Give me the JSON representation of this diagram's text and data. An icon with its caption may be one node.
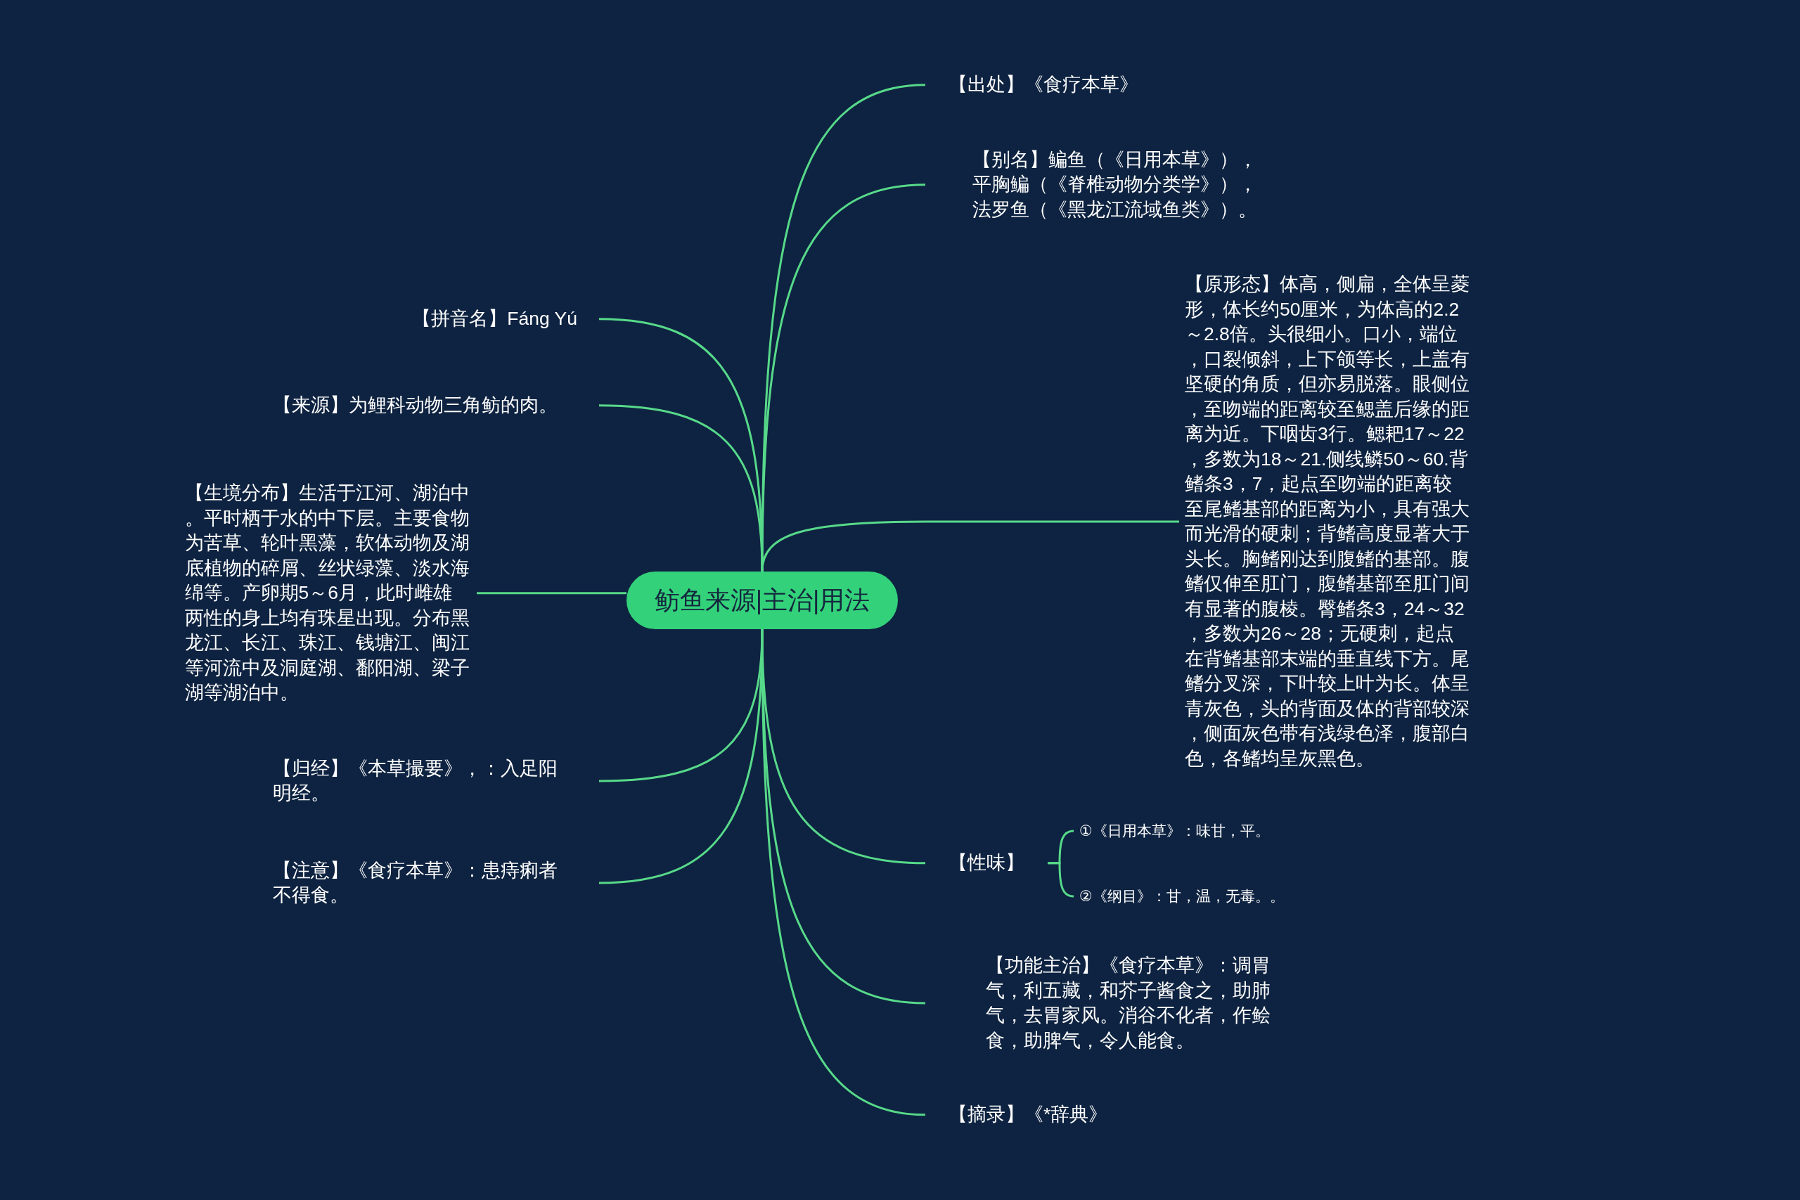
{
  "diagram": {
    "nodes": [
      {
        "text": [
          "鲂鱼来源|主治|用法"
        ]
      },
      {
        "text": [
          "【出处】《食疗本草》"
        ]
      },
      {
        "text": [
          "【别名】鳊鱼（《日用本草》），平胸鳊（《脊椎动物分类学》），法罗鱼（《黑龙江流域鱼类》）。"
        ]
      },
      {
        "text": [
          "【原形态】体高，侧扁，全体呈菱形，体长约50厘米，为体高的2.2～2.8倍。头很细小。口小，端位，口裂倾斜，上下颌等长，上盖有坚硬的角质，但亦易脱落。眼侧位，至吻端的距离较至鳃盖后缘的距离为近。下咽齿3行。鳃耙17～22，多数为18～21.侧线鳞50～60.背鳍条3，7，起点至吻端的距离较至尾鳍基部的距离为小，具有强大而光滑的硬刺；背鳍高度显著大于头长。胸鳍刚达到腹鳍的基部。腹鳍仅伸至肛门，腹鳍基部至肛门间有显著的腹棱。臀鳍条3，24～32，多数为26～28；无硬刺，起点在背鳍基部末端的垂直线下方。尾鳍分叉深，下叶较上叶为长。体呈青灰色，头的背面及体的背部较深，侧面灰色带有浅绿色泽，腹部白色，各鳍均呈灰黑色。"
        ]
      },
      {
        "text": [
          "【性味】"
        ]
      },
      {
        "text": [
          "①《日用本草》：味甘，平。"
        ]
      },
      {
        "text": [
          "②《纲目》：甘，温，无毒。。"
        ]
      },
      {
        "text": [
          "【功能主治】《食疗本草》：调胃气，利五藏，和芥子酱食之，助肺气，去胃家风。消谷不化者，作鲙食，助脾气，令人能食。"
        ]
      },
      {
        "text": [
          "【摘录】《*辞典》"
        ]
      },
      {
        "text": [
          "【拼音名】Fáng Yú"
        ]
      },
      {
        "text": [
          "【来源】为鲤科动物三角鲂的肉。"
        ]
      },
      {
        "text": [
          "【生境分布】生活于江河、湖泊中。平时栖于水的中下层。主要食物为苦草、轮叶黑藻，软体动物及湖底植物的碎屑、丝状绿藻、淡水海绵等。产卵期5～6月，此时雌雄两性的身上均有珠星出现。分布黑龙江、长江、珠江、钱塘江、闽江等河流中及洞庭湖、鄱阳湖、梁子湖等湖泊中。"
        ]
      },
      {
        "text": [
          "【归经】《本草撮要》，：入足阳明经。"
        ]
      },
      {
        "text": [
          "【注意】《食疗本草》：患痔痢者不得食。"
        ]
      }
    ],
    "edges": [
      {
        "from": 0,
        "to": 1,
        "arrow": "none"
      },
      {
        "from": 0,
        "to": 2,
        "arrow": "none"
      },
      {
        "from": 0,
        "to": 3,
        "arrow": "none"
      },
      {
        "from": 0,
        "to": 4,
        "arrow": "none"
      },
      {
        "from": 4,
        "to": 5,
        "arrow": "none"
      },
      {
        "from": 4,
        "to": 6,
        "arrow": "none"
      },
      {
        "from": 0,
        "to": 7,
        "arrow": "none"
      },
      {
        "from": 0,
        "to": 8,
        "arrow": "none"
      },
      {
        "from": 0,
        "to": 9,
        "arrow": "none"
      },
      {
        "from": 0,
        "to": 10,
        "arrow": "none"
      },
      {
        "from": 0,
        "to": 11,
        "arrow": "none"
      },
      {
        "from": 0,
        "to": 12,
        "arrow": "none"
      },
      {
        "from": 0,
        "to": 13,
        "arrow": "none"
      }
    ]
  }
}
